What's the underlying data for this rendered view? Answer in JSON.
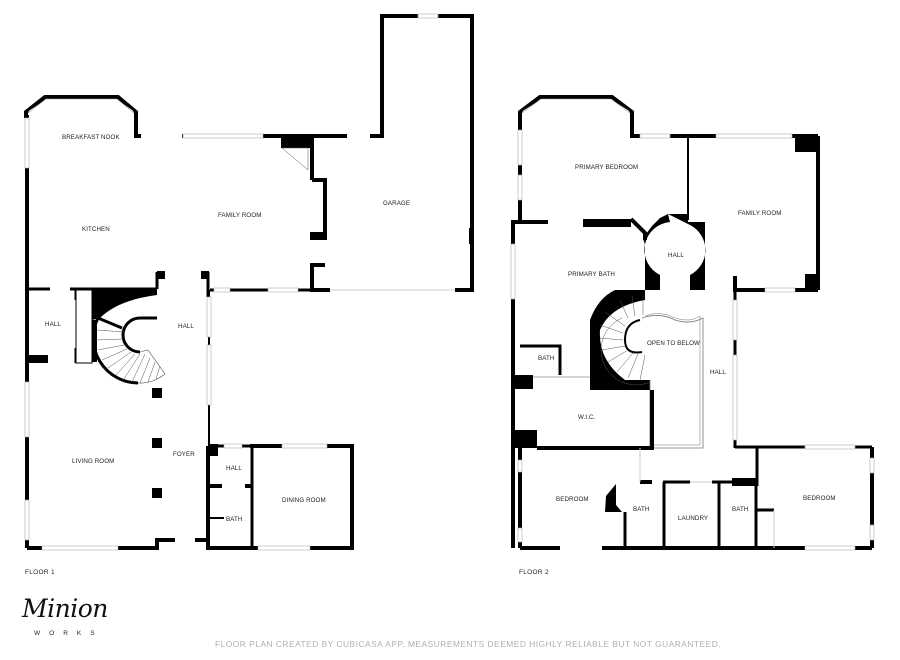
{
  "floor1": {
    "label": "FLOOR 1",
    "rooms": {
      "breakfast_nook": "BREAKFAST NOOK",
      "kitchen": "KITCHEN",
      "family_room": "FAMILY ROOM",
      "garage": "GARAGE",
      "hall_left": "HALL",
      "hall_stair": "HALL",
      "living_room": "LIVING ROOM",
      "foyer": "FOYER",
      "hall_small": "HALL",
      "bath": "BATH",
      "dining_room": "DINING ROOM"
    }
  },
  "floor2": {
    "label": "FLOOR 2",
    "rooms": {
      "primary_bedroom": "PRIMARY BEDROOM",
      "family_room": "FAMILY ROOM",
      "hall_round": "HALL",
      "primary_bath": "PRIMARY BATH",
      "open_to_below": "OPEN TO BELOW",
      "bath_upper": "BATH",
      "wic": "W.I.C.",
      "hall_long": "HALL",
      "bedroom_left": "BEDROOM",
      "bath_left": "BATH",
      "laundry": "LAUNDRY",
      "bath_right": "BATH",
      "bedroom_right": "BEDROOM"
    }
  },
  "branding": {
    "logo_script": "Minion",
    "logo_sub": "WORKS"
  },
  "footer": {
    "disclaimer": "FLOOR PLAN CREATED BY CUBICASA APP. MEASUREMENTS DEEMED HIGHLY RELIABLE BUT NOT GUARANTEED."
  },
  "colors": {
    "wall": "#000000",
    "window": "#bdbdbd",
    "disclaimer": "#b0b0b0"
  }
}
